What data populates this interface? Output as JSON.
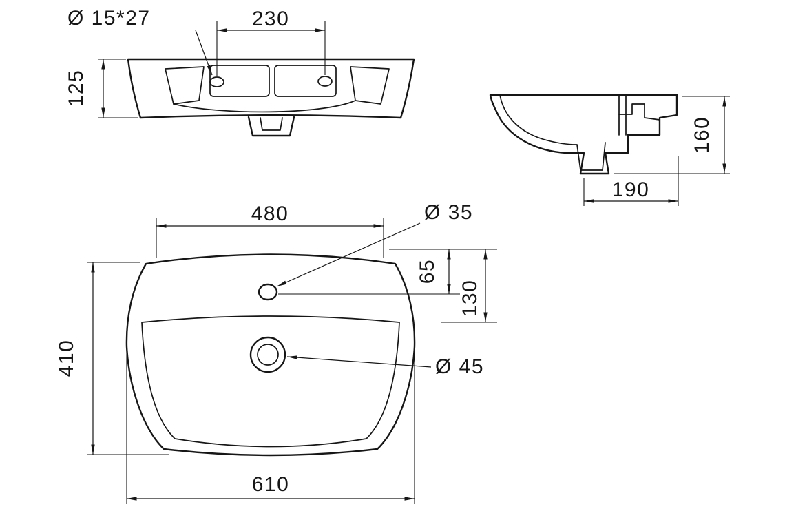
{
  "colors": {
    "line": "#161616",
    "background": "#ffffff"
  },
  "top_view": {
    "slot_label": "Ø 15*27",
    "hole_spacing": "230",
    "depth": "125"
  },
  "side_view": {
    "height": "160",
    "ledge_depth": "190"
  },
  "front_view": {
    "top_width": "480",
    "faucet_hole_dia": "Ø 35",
    "faucet_offset": "65",
    "drain_offset": "130",
    "height": "410",
    "drain_dia": "Ø 45",
    "overall_width": "610"
  }
}
